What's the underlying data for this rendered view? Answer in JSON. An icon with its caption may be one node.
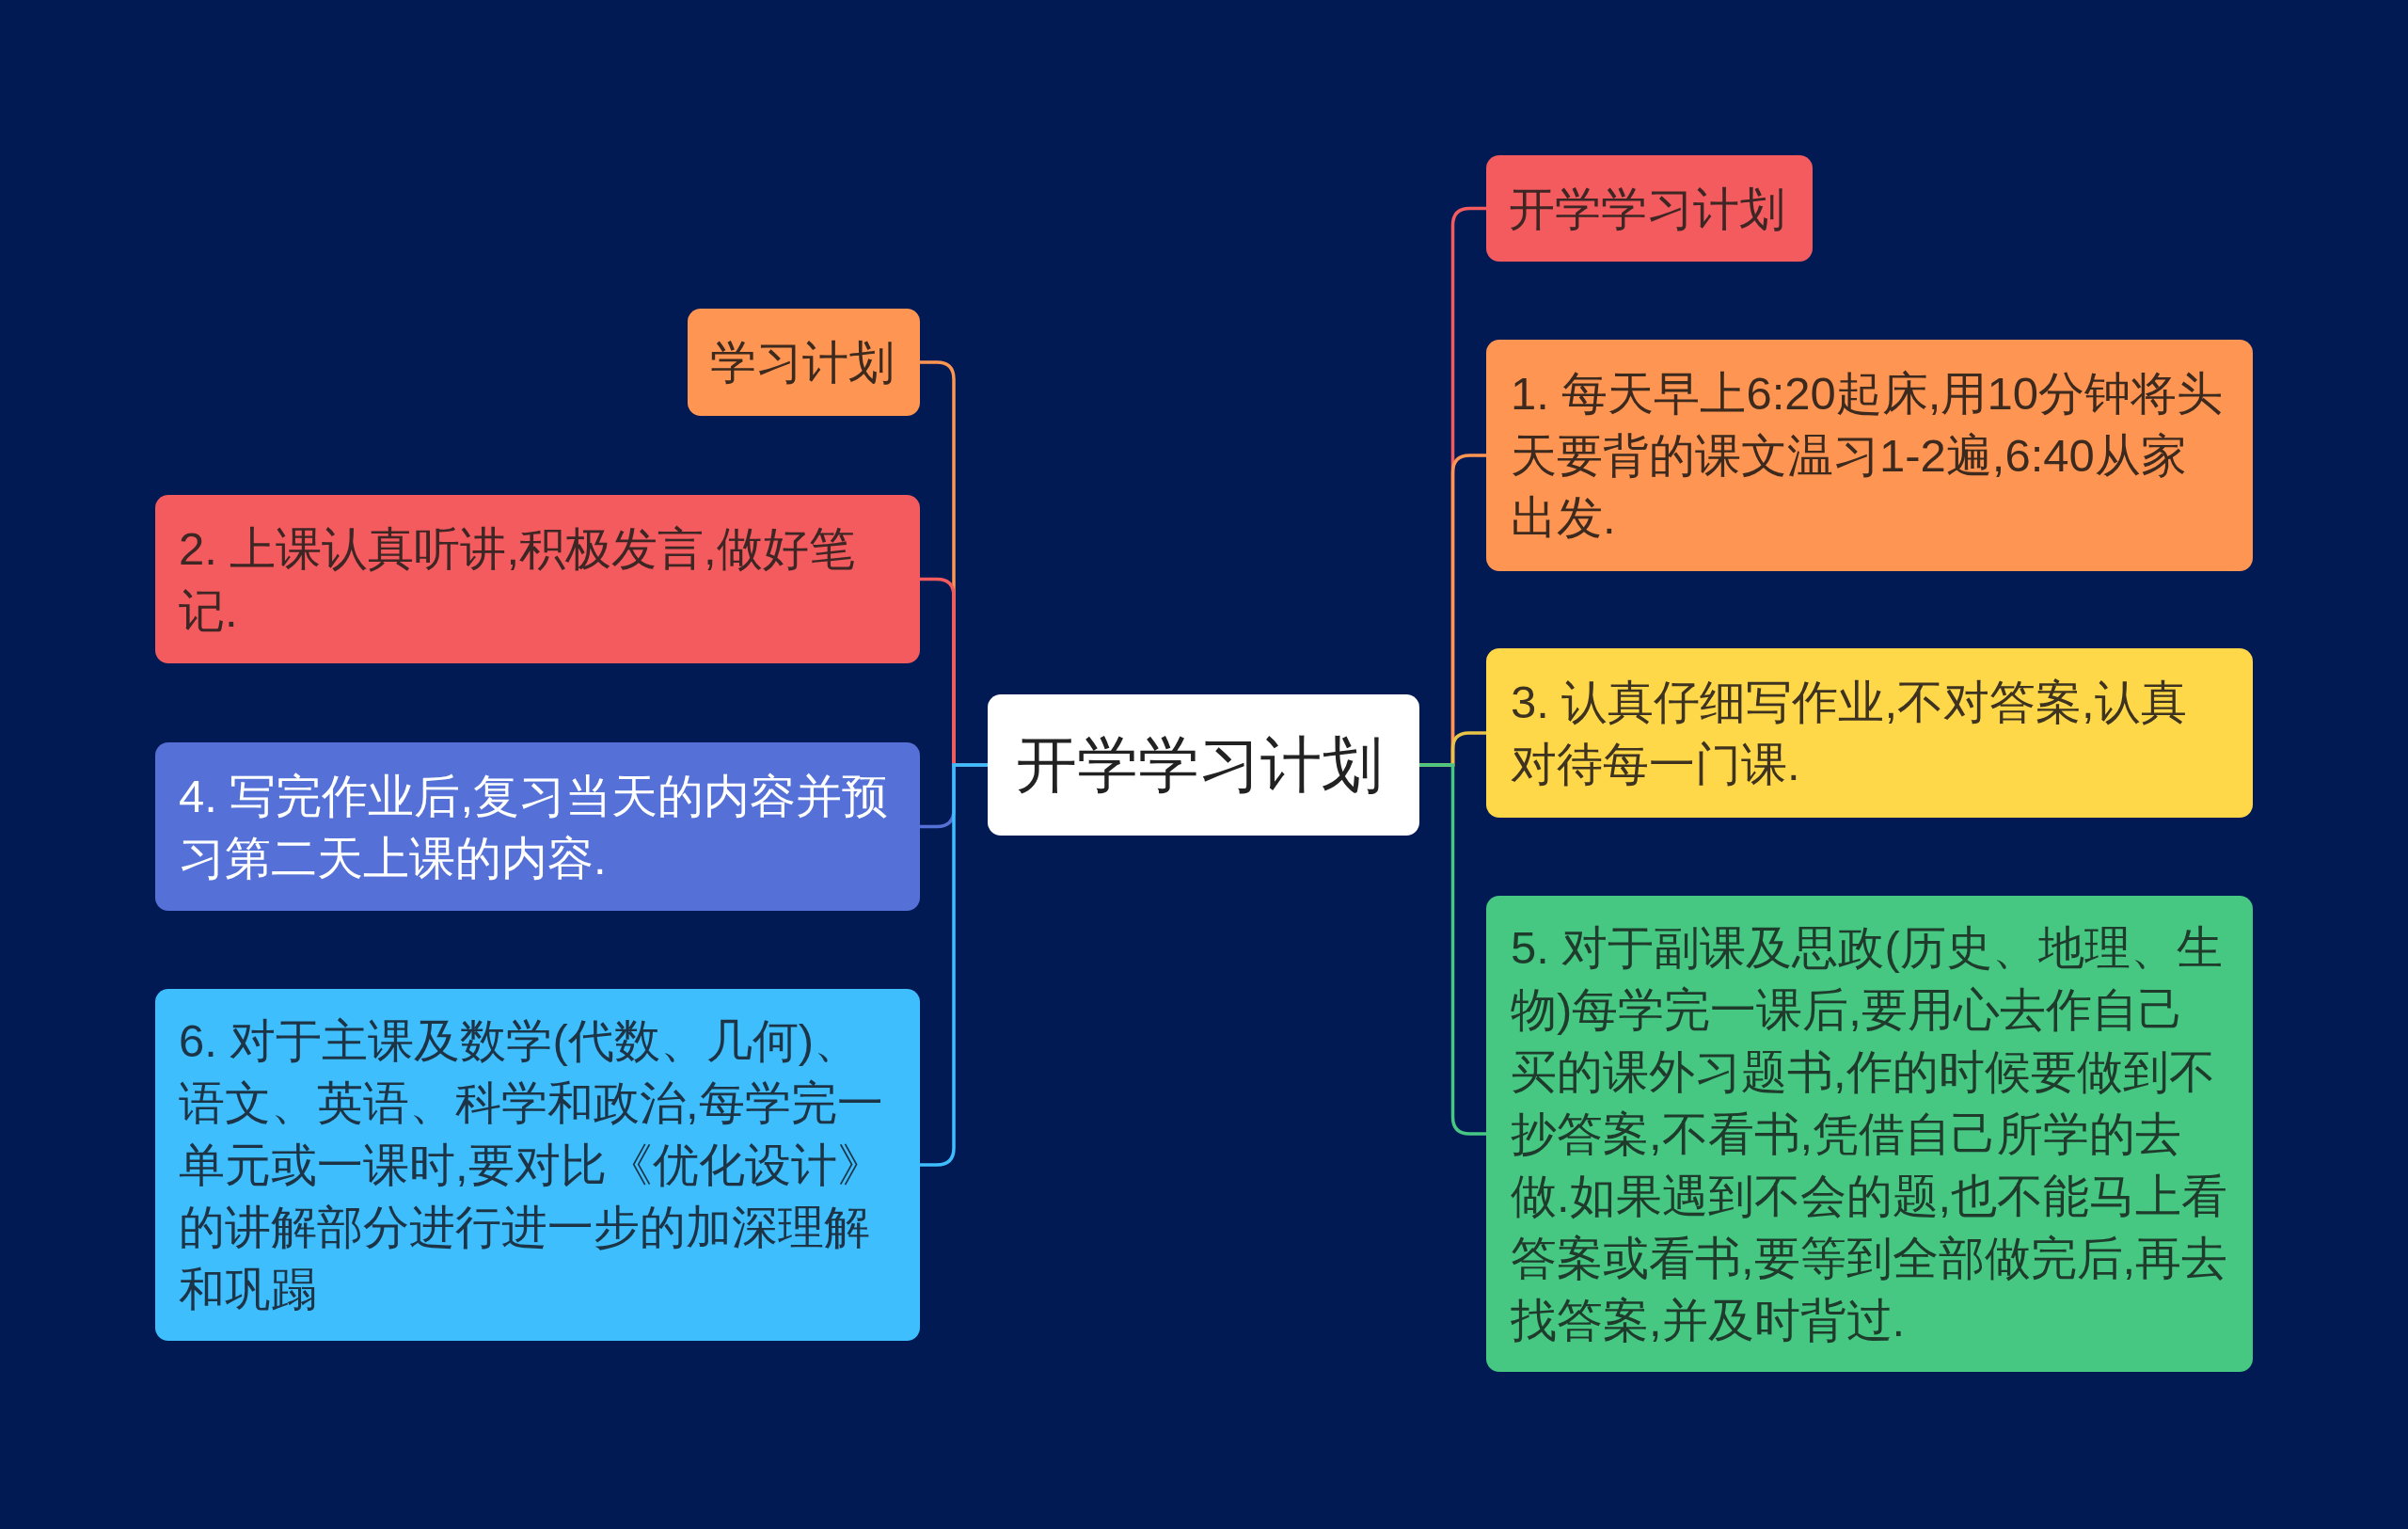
{
  "diagram": {
    "nodes": [
      {
        "text": [
          "开学学习计划"
        ]
      },
      {
        "text": [
          "开学学习计划"
        ]
      },
      {
        "text": [
          "1. 每天早上6:20起床,用10分钟将头天要背的课文温习1-2遍,6:40从家出发."
        ]
      },
      {
        "text": [
          "3. 认真仔细写作业,不对答案,认真对待每一门课."
        ]
      },
      {
        "text": [
          "5. 对于副课及思政(历史、地理、生物)每学完一课后,要用心去作自己买的课外习题书,作的时候要做到不抄答案,不看书,凭借自己所学的去做.如果遇到不会的题,也不能马上看答案或看书,要等到全部做完后,再去找答案,并及时背过."
        ]
      },
      {
        "text": [
          "学习计划"
        ]
      },
      {
        "text": [
          "2. 上课认真听讲,积极发言,做好笔记."
        ]
      },
      {
        "text": [
          "4. 写完作业后,复习当天的内容并预习第二天上课的内容."
        ]
      },
      {
        "text": [
          "6. 对于主课及数学(代数、几何)、语文、英语、科学和政治,每学完一单元或一课时,要对比《优化设计》的讲解部分进行进一步的加深理解和巩蹋"
        ]
      }
    ],
    "edges": [
      {
        "from": 0,
        "to": 1,
        "arrow": "none",
        "color": "#f45b5f"
      },
      {
        "from": 0,
        "to": 2,
        "arrow": "none",
        "color": "#ff9552"
      },
      {
        "from": 0,
        "to": 3,
        "arrow": "none",
        "color": "#e8c447"
      },
      {
        "from": 0,
        "to": 4,
        "arrow": "none",
        "color": "#46c883"
      },
      {
        "from": 0,
        "to": 5,
        "arrow": "none",
        "color": "#ff9552"
      },
      {
        "from": 0,
        "to": 6,
        "arrow": "none",
        "color": "#f45b5f"
      },
      {
        "from": 0,
        "to": 7,
        "arrow": "none",
        "color": "#5570d6"
      },
      {
        "from": 0,
        "to": 8,
        "arrow": "none",
        "color": "#3fbefd"
      }
    ]
  }
}
